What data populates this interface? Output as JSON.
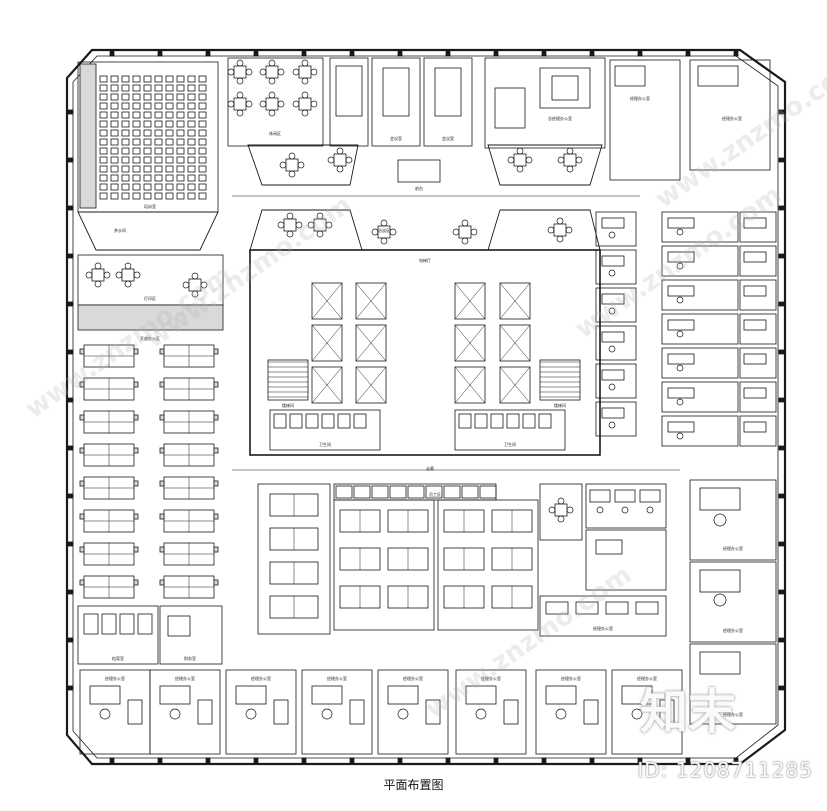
{
  "caption": "平面布置图",
  "watermark": {
    "id_text": "ID: 1208711285",
    "brand_text": "知末",
    "site_text": "www.znzmo.com"
  },
  "colors": {
    "line": "#1a1a1a",
    "fill": "#d9d9d9",
    "bg": "#ffffff"
  },
  "labels": {
    "lecture": "培训室",
    "reception": "前台",
    "lounge": "休闲区",
    "meeting": "会议室",
    "boss": "总经理办公室",
    "office": "经理办公室",
    "open_office": "开放办公区",
    "tea": "茶水间",
    "print": "打印区",
    "archive": "档案室",
    "finance": "财务室",
    "stairs": "楼梯间",
    "elevator": "电梯厅",
    "toilet": "卫生间",
    "corridor": "走廊",
    "discussion": "洽谈区",
    "staff": "员工区"
  }
}
